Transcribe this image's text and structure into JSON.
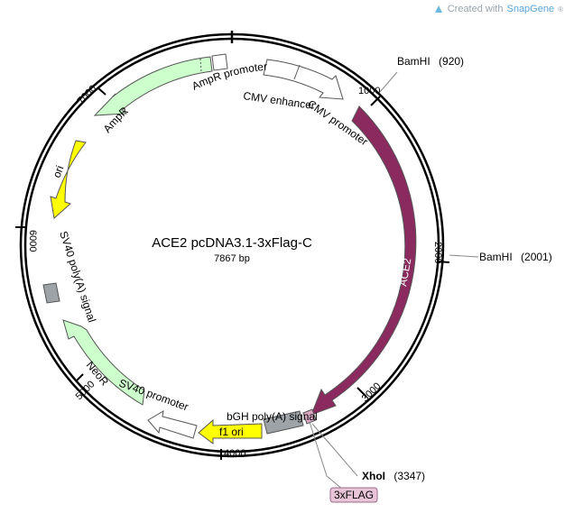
{
  "header": {
    "created_with": "Created with",
    "brand": "SnapGene",
    "registered": "®"
  },
  "plasmid": {
    "name": "ACE2 pcDNA3.1-3xFlag-C",
    "length": "7867 bp",
    "ticks": [
      "1000",
      "2000",
      "3000",
      "4000",
      "5000",
      "6000",
      "7000"
    ],
    "sites": [
      {
        "name": "BamHI",
        "pos": "(920)"
      },
      {
        "name": "BamHI",
        "pos": "(2001)"
      },
      {
        "name": "XhoI",
        "pos": "(3347)"
      }
    ],
    "features": {
      "cmv_enhancer": "CMV enhancer",
      "cmv_promoter": "CMV promoter",
      "ace2": "ACE2",
      "bgh": "bGH poly(A) signal",
      "flag": "3xFLAG",
      "f1_ori": "f1 ori",
      "sv40_promoter": "SV40 promoter",
      "neor": "NeoR",
      "sv40_polya": "SV40 poly(A) signal",
      "ori": "ori",
      "ampr": "AmpR",
      "ampr_promoter": "AmpR promoter"
    },
    "colors": {
      "ace2": "#8b2a5e",
      "ori": "#ffff00",
      "f1_ori": "#ffff00",
      "resistance": "#ccffcc",
      "promoter": "#ffffff",
      "polya": "#9ea3a8",
      "flag": "#d9a6c2"
    }
  }
}
